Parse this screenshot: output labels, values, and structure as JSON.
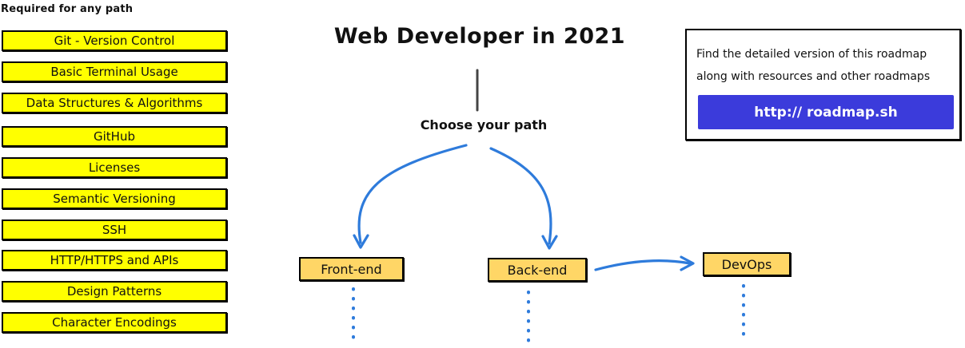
{
  "required": {
    "title": "Required for any path",
    "items": [
      "Git - Version Control",
      "Basic Terminal Usage",
      "Data Structures & Algorithms",
      "GitHub",
      "Licenses",
      "Semantic Versioning",
      "SSH",
      "HTTP/HTTPS and APIs",
      "Design Patterns",
      "Character Encodings"
    ]
  },
  "main": {
    "title": "Web Developer in 2021",
    "choose_label": "Choose your path"
  },
  "info": {
    "line1": "Find the detailed version of this roadmap",
    "line2": "along with resources and other roadmaps",
    "link_label": "http:// roadmap.sh"
  },
  "paths": {
    "frontend": "Front-end",
    "backend": "Back-end",
    "devops": "DevOps"
  },
  "colors": {
    "required_item": "#ffff00",
    "path_node": "#ffd666",
    "arrow": "#2e7bdb",
    "link_button": "#3b3bdb"
  }
}
